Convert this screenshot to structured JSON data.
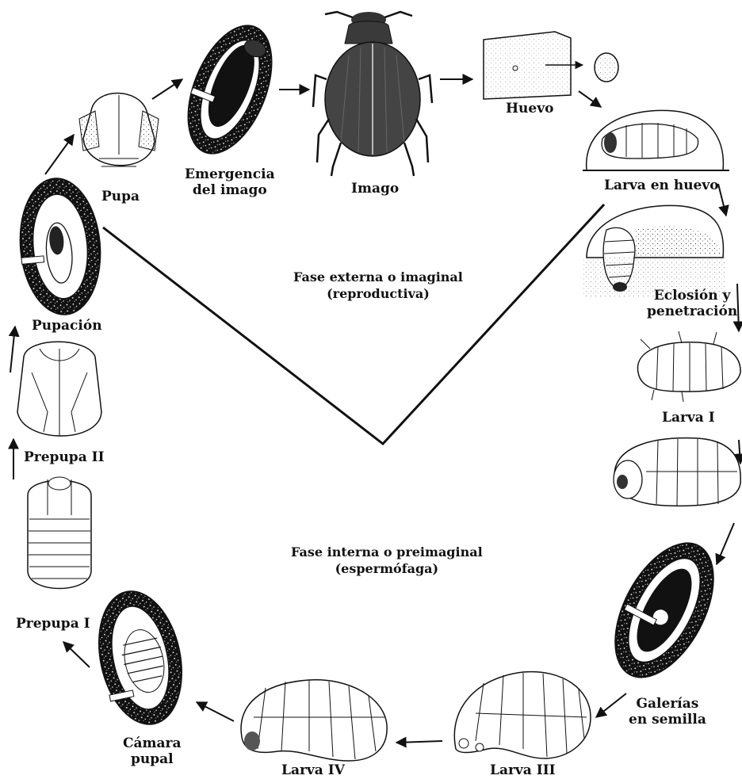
{
  "stages": {
    "huevo": "Huevo",
    "larva_en_huevo": "Larva en huevo",
    "eclosion": [
      "Eclosión y",
      "penetración"
    ],
    "larva_i": "Larva I",
    "galerias": [
      "Galerías",
      "en semilla"
    ],
    "larva_iii": "Larva III",
    "larva_iv": "Larva IV",
    "camara": [
      "Cámara",
      "pupal"
    ],
    "prepupa_i": "Prepupa I",
    "prepupa_ii": "Prepupa II",
    "pupacion": "Pupación",
    "pupa": "Pupa",
    "emergencia": [
      "Emergencia",
      "del imago"
    ],
    "imago": "Imago"
  },
  "phases": {
    "externa": [
      "Fase externa o imaginal",
      "(reproductiva)"
    ],
    "interna": [
      "Fase interna o preimaginal",
      "(espermófaga)"
    ]
  }
}
